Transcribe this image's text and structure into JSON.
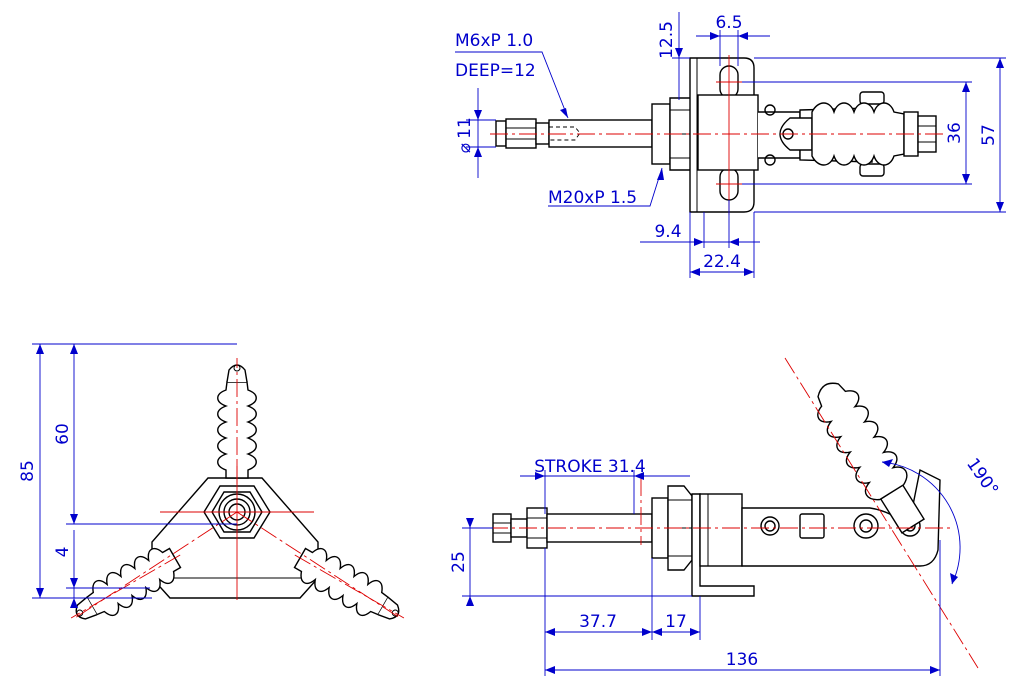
{
  "labels": {
    "thread_spec": "M6xP 1.0",
    "thread_depth": "DEEP=12",
    "dia_11": "11",
    "nut_spec": "M20xP 1.5",
    "dim_12_5": "12.5",
    "dim_6_5": "6.5",
    "dim_9_4": "9.4",
    "dim_22_4": "22.4",
    "dim_36": "36",
    "dim_57": "57",
    "dim_85": "85",
    "dim_60": "60",
    "dim_4": "4",
    "stroke": "STROKE 31.4",
    "dim_25": "25",
    "dim_37_7": "37.7",
    "dim_17": "17",
    "dim_136": "136",
    "angle": "190°"
  },
  "colors": {
    "dimension": "#0000cc",
    "centerline": "#dd0000",
    "outline": "#000000"
  }
}
